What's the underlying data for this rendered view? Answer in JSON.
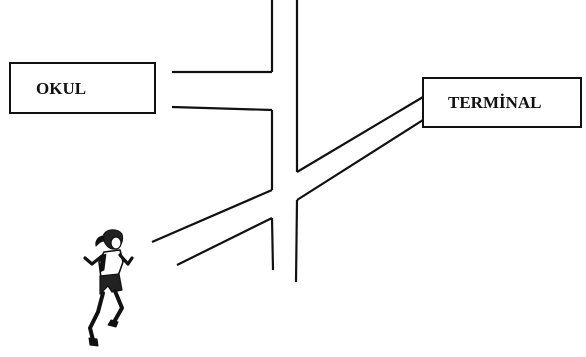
{
  "labels": {
    "school": "OKUL",
    "terminal": "TERMİNAL"
  },
  "figure": {
    "name": "runner",
    "icon": "running-woman-icon"
  },
  "colors": {
    "ink": "#111111",
    "background": "#ffffff"
  }
}
